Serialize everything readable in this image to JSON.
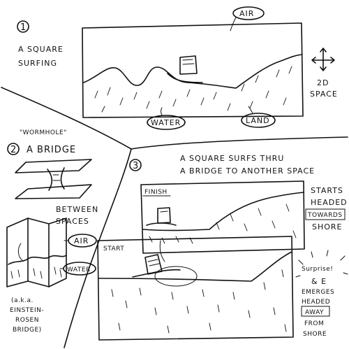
{
  "panel1": {
    "number": "1",
    "title_line1": "A SQUARE",
    "title_line2": "SURFING",
    "air_label": "AIR",
    "water_label": "WATER",
    "land_label": "LAND",
    "space_line1": "2D",
    "space_line2": "SPACE"
  },
  "panel2": {
    "number": "2",
    "wormhole_label": "\"WORMHOLE\"",
    "title": "A BRIDGE",
    "between_line1": "BETWEEN",
    "between_line2": "SPACES",
    "air_label": "AIR",
    "water_label": "WATER",
    "aka_line1": "(a.k.a.",
    "aka_line2": "EINSTEIN-",
    "aka_line3": "ROSEN",
    "aka_line4": "BRIDGE)"
  },
  "panel3": {
    "number": "3",
    "title_line1": "A SQUARE SURFS THRU",
    "title_line2": "A BRIDGE TO ANOTHER SPACE",
    "finish_label": "FINISH",
    "start_label": "START",
    "starts_line1": "STARTS",
    "starts_line2": "HEADED",
    "starts_line3": "TOWARDS",
    "starts_line4": "SHORE",
    "surprise_label": "Surprise!",
    "emerges_line1": "& E",
    "emerges_line2": "EMERGES",
    "emerges_line3": "HEADED",
    "emerges_line4": "AWAY",
    "emerges_line5": "FROM",
    "emerges_line6": "SHORE"
  }
}
